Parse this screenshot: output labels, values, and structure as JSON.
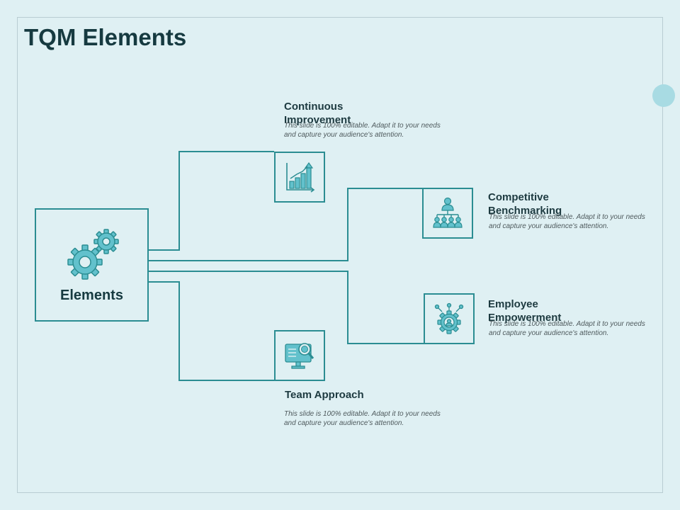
{
  "slide": {
    "title": "TQM Elements"
  },
  "center": {
    "label": "Elements",
    "icon": "gears-icon"
  },
  "elements": [
    {
      "title": "Continuous Improvement",
      "description": "This slide is 100% editable. Adapt it to your needs and capture your audience's attention.",
      "icon": "growth-chart-icon"
    },
    {
      "title": "Competitive Benchmarking",
      "description": "This slide is 100% editable. Adapt it to your needs and capture your audience's attention.",
      "icon": "hierarchy-people-icon"
    },
    {
      "title": "Employee Empowerment",
      "description": "This slide is 100% editable. Adapt it to your needs and capture your audience's attention.",
      "icon": "empowerment-gear-icon"
    },
    {
      "title": "Team Approach",
      "description": "This slide is 100% editable. Adapt it to your needs and capture your audience's attention.",
      "icon": "monitor-search-icon"
    }
  ],
  "colors": {
    "background": "#dff0f3",
    "accent": "#2b8d92",
    "icon_fill": "#62c1cc",
    "title": "#163a40"
  }
}
